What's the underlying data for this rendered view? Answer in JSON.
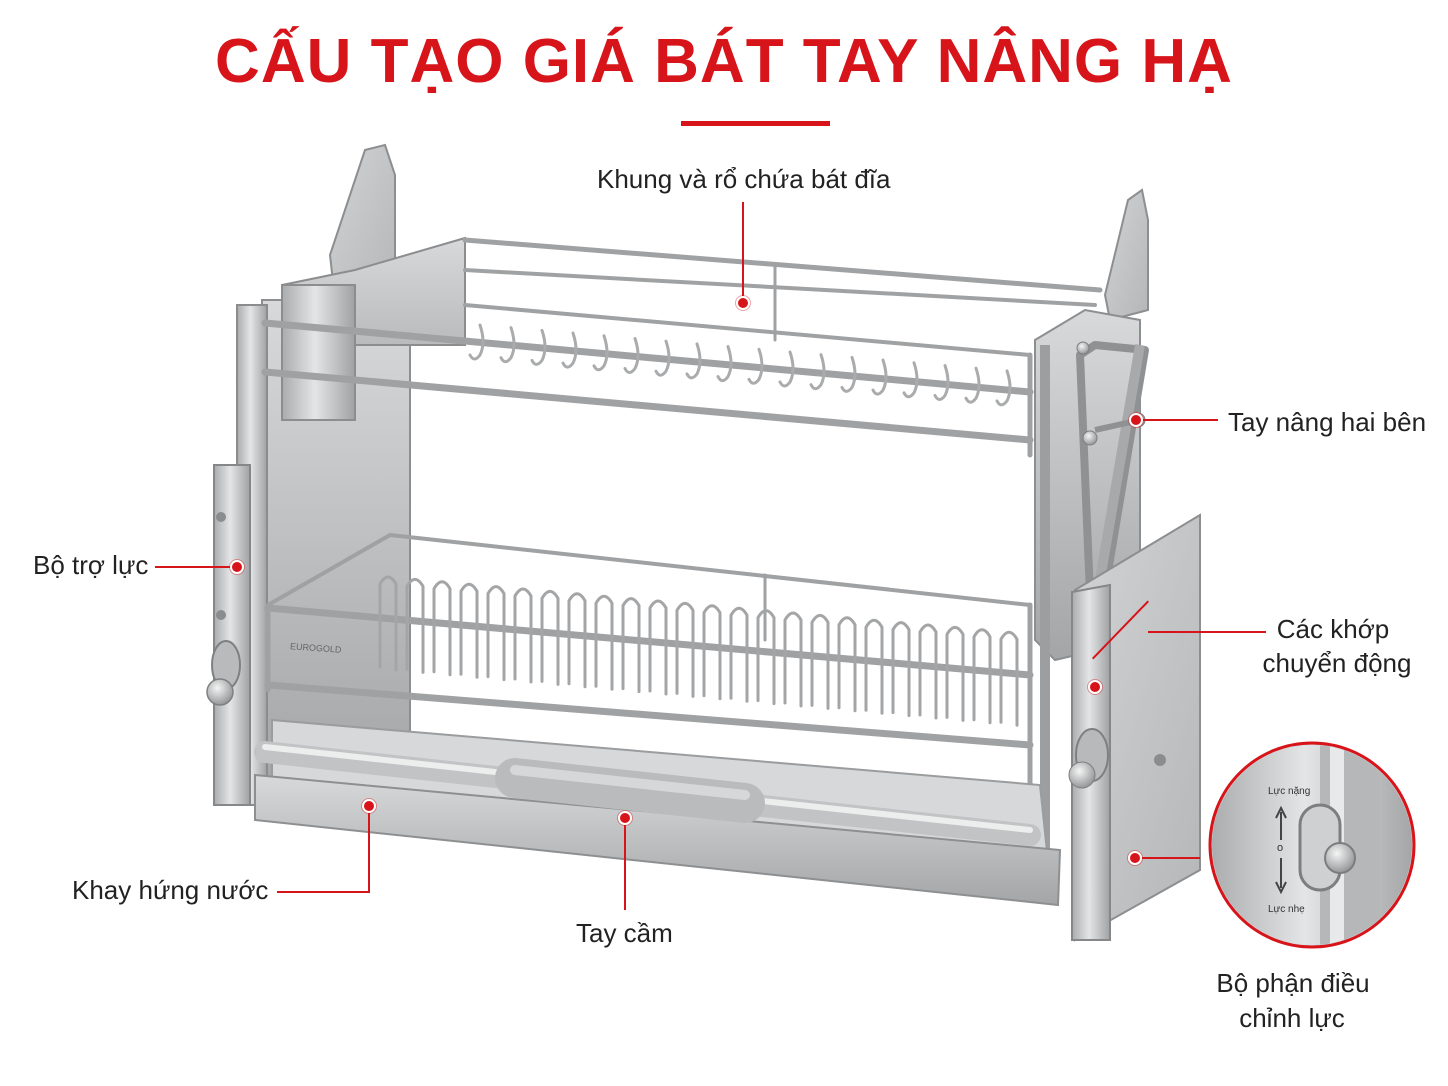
{
  "title": "CẤU TẠO GIÁ BÁT TAY NÂNG HẠ",
  "colors": {
    "accent": "#d7141a",
    "steel": "#c9cacb",
    "text": "#222222"
  },
  "labels": {
    "frame": "Khung và rổ chứa bát đĩa",
    "side_arms": "Tay nâng hai bên",
    "booster": "Bộ trợ lực",
    "joints_line1": "Các khớp",
    "joints_line2": "chuyển động",
    "drip_tray": "Khay hứng nước",
    "handle": "Tay cầm",
    "adjuster_line1": "Bộ phận điều",
    "adjuster_line2": "chỉnh lực"
  },
  "inset": {
    "upper_text": "Lực nặng",
    "lower_text": "Lực nhẹ",
    "middle_mark": "o"
  },
  "brand_mark": "EUROGOLD"
}
